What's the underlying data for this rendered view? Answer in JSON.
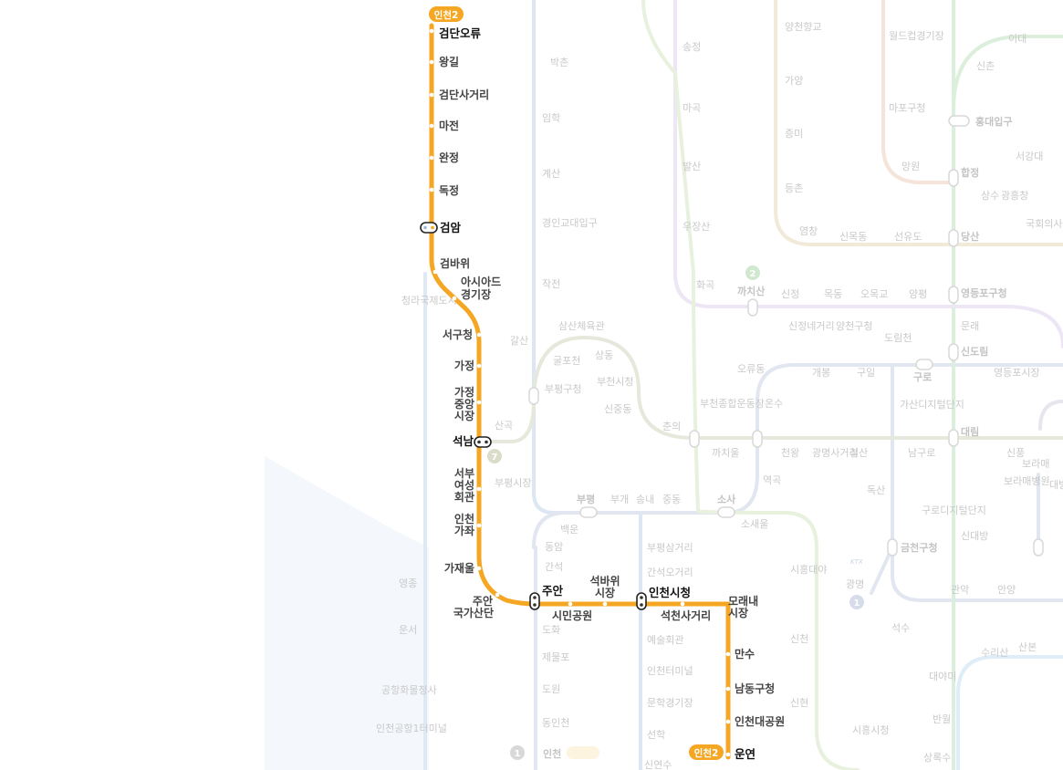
{
  "line": {
    "name": "인천2",
    "color": "#F5A623",
    "start_badge": "인천2",
    "end_badge": "인천2"
  },
  "stations": {
    "geomdan_oryu": "검단오류",
    "wanggil": "왕길",
    "geomdan_sageori": "검단사거리",
    "majeon": "마전",
    "wanjeong": "완정",
    "dokjeong": "독정",
    "geomam": "검암",
    "geombawi": "검바위",
    "asiad_1": "아시아드",
    "asiad_2": "경기장",
    "seogu_office": "서구청",
    "gajeong": "가정",
    "gajeong_market_1": "가정",
    "gajeong_market_2": "중앙",
    "gajeong_market_3": "시장",
    "seoknam": "석남",
    "seobu_1": "서부",
    "seobu_2": "여성",
    "seobu_3": "회관",
    "incheon_gajwa_1": "인천",
    "incheon_gajwa_2": "가좌",
    "gajaeul": "가재울",
    "juan_industrial_1": "주안",
    "juan_industrial_2": "국가산단",
    "juan": "주안",
    "simin_park": "시민공원",
    "seokbawi_1": "석바위",
    "seokbawi_2": "시장",
    "incheon_city_hall": "인천시청",
    "seokcheon": "석천사거리",
    "moraenae_1": "모래내",
    "moraenae_2": "시장",
    "mansu": "만수",
    "namdong_office": "남동구청",
    "incheon_grand_park": "인천대공원",
    "unyeon": "운연"
  },
  "background": {
    "line1_left": [
      "백운",
      "동암",
      "간석",
      "주안",
      "도화",
      "제물포",
      "도원",
      "동인천",
      "인천"
    ],
    "line1_badges": [
      "1",
      "1"
    ],
    "line7": [
      "굴포천",
      "부평구청",
      "산곡",
      "삼산체육관",
      "상동",
      "부천시청",
      "신중동",
      "춘의",
      "부천종합운동장",
      "까치울",
      "온수",
      "천왕",
      "광명사거리",
      "철산"
    ],
    "line7_badge": "7",
    "incheon1": [
      "박촌",
      "임학",
      "계산",
      "경인교대입구",
      "작전",
      "갈산",
      "부평시장",
      "부평",
      "백운",
      "부평삼거리",
      "간석오거리",
      "인천시청",
      "예술회관",
      "인천터미널",
      "문학경기장",
      "선학",
      "신연수"
    ],
    "ap_rail": [
      "청라국제도시",
      "영종",
      "운서",
      "공항화물청사",
      "인천공항1터미널"
    ],
    "seohae": [
      "소새울",
      "시흥대야",
      "신천",
      "신현",
      "시흥시청"
    ],
    "line2": [
      "까치산",
      "신정",
      "목동",
      "오목교",
      "양평",
      "신정네거리",
      "양천구청",
      "도림천",
      "영등포구청",
      "문래",
      "신도림",
      "대림",
      "구로디지털단지",
      "신대방"
    ],
    "line2_badge": "2",
    "line1_right": [
      "구로",
      "개봉",
      "구일",
      "오류동",
      "역곡",
      "소사",
      "송내",
      "중동",
      "부개",
      "가산디지털단지",
      "독산",
      "금천구청",
      "석수",
      "관악",
      "안양",
      "광명",
      "남구로"
    ],
    "line1_right_badge": "1",
    "north": [
      "송정",
      "마곡",
      "발산",
      "우장산",
      "화곡",
      "양천향교",
      "가양",
      "증미",
      "등촌",
      "염창",
      "신목동",
      "선유도",
      "당산",
      "합정",
      "홍대입구",
      "망원",
      "마포구청",
      "월드컵경기장",
      "국회의사당",
      "상수",
      "광흥창",
      "서강대",
      "신촌",
      "이대",
      "영등포시장",
      "보라매",
      "보라매병원",
      "신풍",
      "대방",
      "수리산",
      "산본",
      "대야미",
      "반월",
      "상록수"
    ],
    "ktx": "KTX"
  },
  "colors": {
    "accent": "#F5A623",
    "background": "#ffffff",
    "faded_line": "#e3e3e3"
  }
}
